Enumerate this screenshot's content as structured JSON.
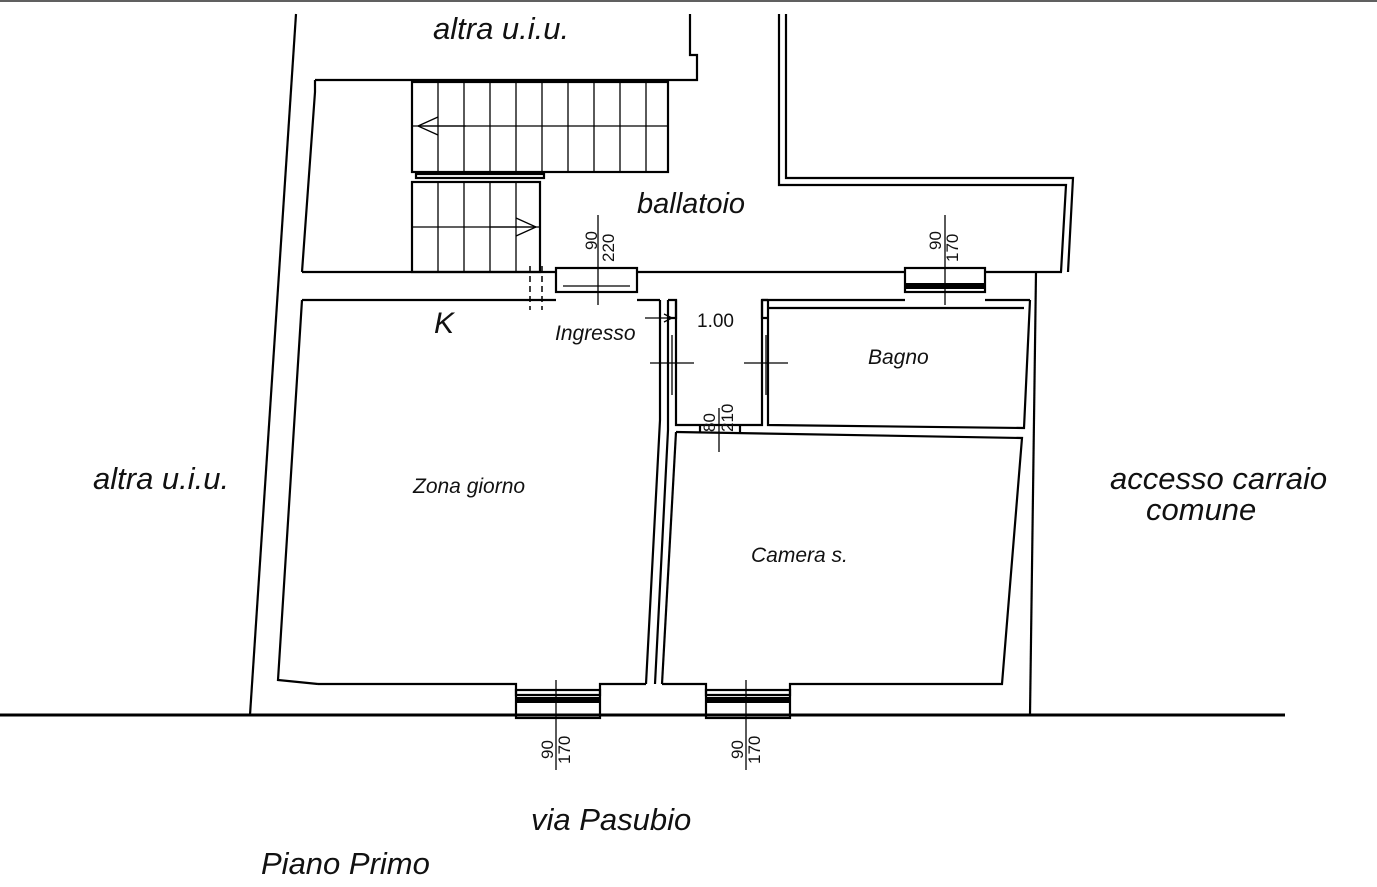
{
  "labels": {
    "top_unit": "altra u.i.u.",
    "left_unit": "altra u.i.u.",
    "balcony": "ballatoio",
    "kitchen_mark": "K",
    "entrance": "Ingresso",
    "closet_size": "1.00",
    "bathroom": "Bagno",
    "living": "Zona giorno",
    "bedroom": "Camera s.",
    "access_line1": "accesso carraio",
    "access_line2": "comune",
    "street": "via Pasubio",
    "floor": "Piano Primo"
  },
  "openings": [
    {
      "id": "door-entrance",
      "width": "90",
      "height": "220"
    },
    {
      "id": "window-bathroom",
      "width": "90",
      "height": "170"
    },
    {
      "id": "door-closet",
      "width": "80",
      "height": "210"
    },
    {
      "id": "window-living",
      "width": "90",
      "height": "170"
    },
    {
      "id": "window-bedroom",
      "width": "90",
      "height": "170"
    }
  ]
}
